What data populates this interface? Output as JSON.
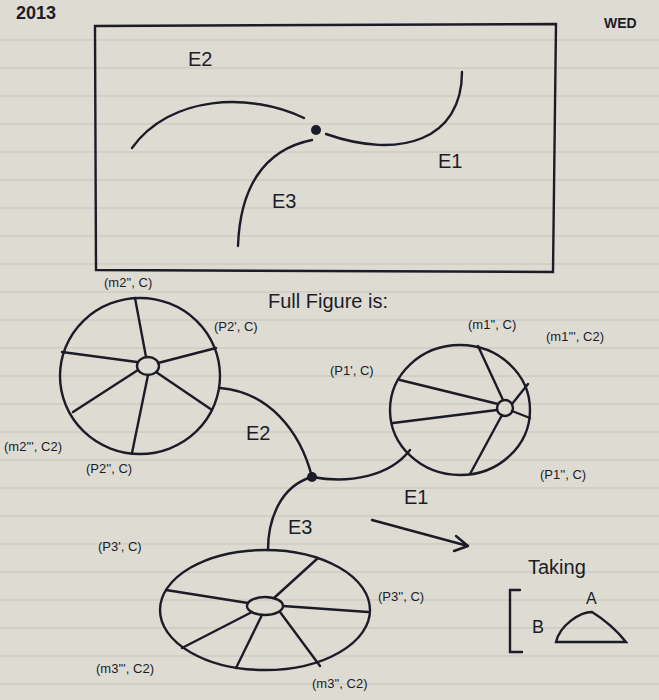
{
  "diagram": {
    "labels": [
      "2013",
      "WED",
      "E2",
      "E1",
      "E3",
      "Full Figure is:",
      "(m2'', C)",
      "(P2', C)",
      "(m2''', C2)",
      "(P2'', C)",
      "E2",
      "(m1'', C)",
      "(P1', C)",
      "(m1''', C2)",
      "(P1'', C)",
      "E1",
      "E3",
      "(P3', C)",
      "(P3'', C)",
      "(m3''', C2)",
      "(m3'', C2)",
      "Taking",
      "A",
      "B"
    ]
  }
}
